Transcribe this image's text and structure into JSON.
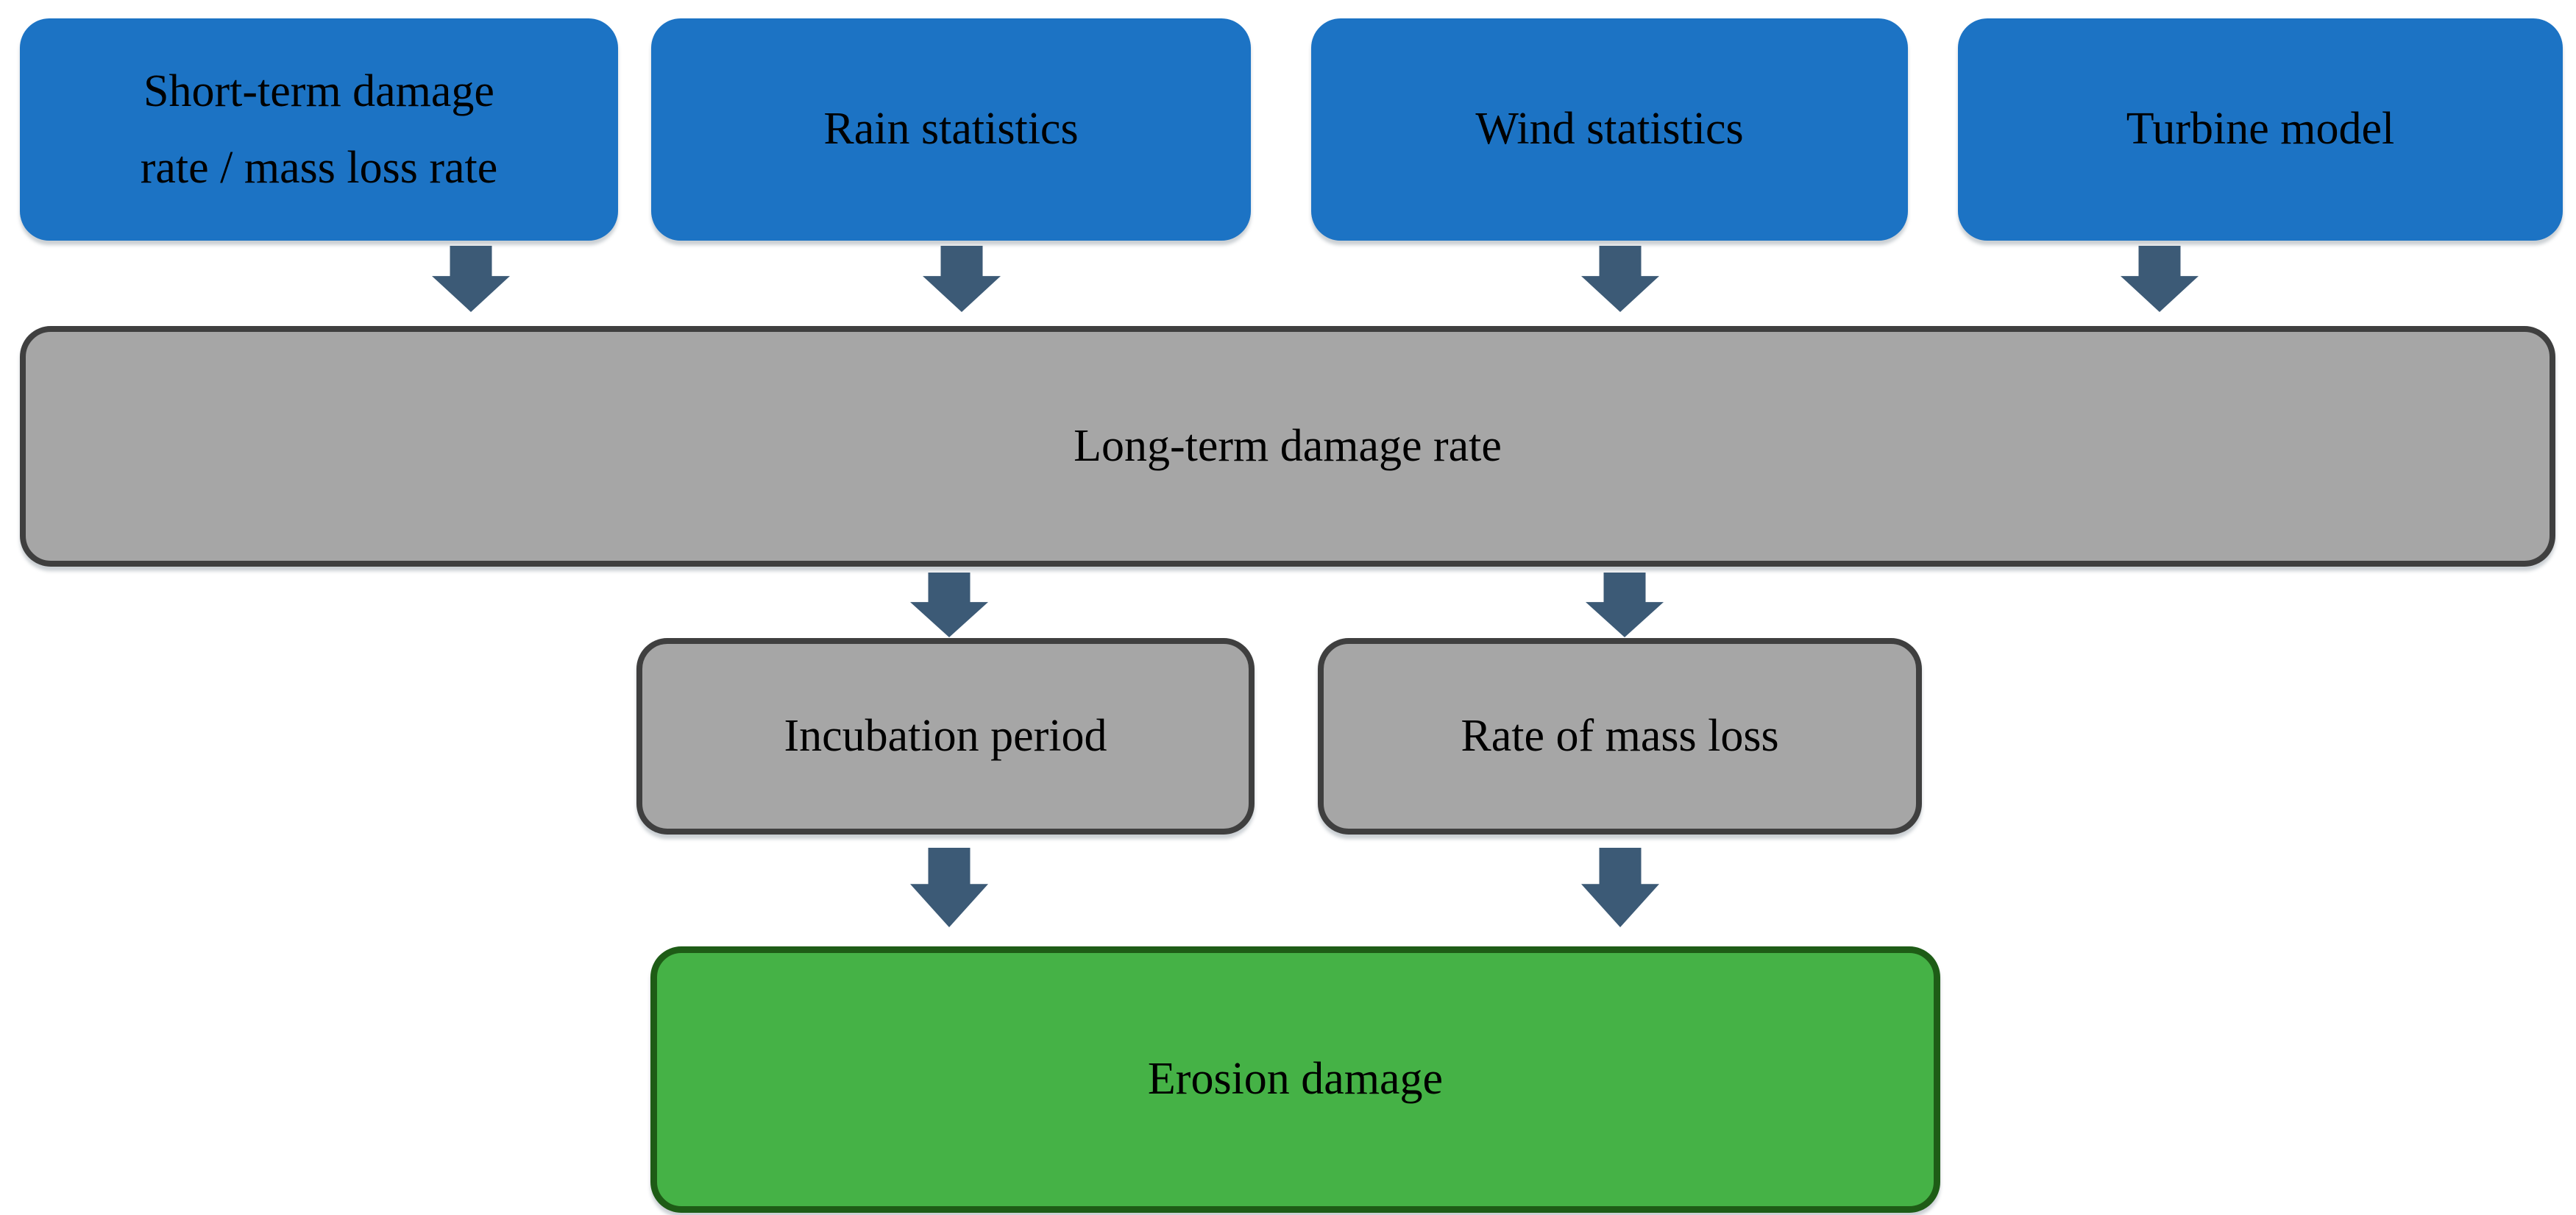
{
  "diagram": {
    "type": "flowchart",
    "inputs": [
      {
        "label": "Short-term damage rate / mass loss rate",
        "lines": [
          "Short-term damage",
          "rate / mass loss rate"
        ]
      },
      {
        "label": "Rain statistics"
      },
      {
        "label": "Wind statistics"
      },
      {
        "label": "Turbine model"
      }
    ],
    "process": {
      "label": "Long-term damage rate"
    },
    "derived": [
      {
        "label": "Incubation period"
      },
      {
        "label": "Rate of mass loss"
      }
    ],
    "output": {
      "label": "Erosion damage"
    },
    "colors": {
      "input_fill": "#1c73c4",
      "process_fill": "#a6a6a6",
      "process_border": "#3f3f3f",
      "output_fill": "#45b246",
      "output_border": "#1e5c16",
      "arrow": "#3c5a76",
      "text": "#000000"
    }
  }
}
